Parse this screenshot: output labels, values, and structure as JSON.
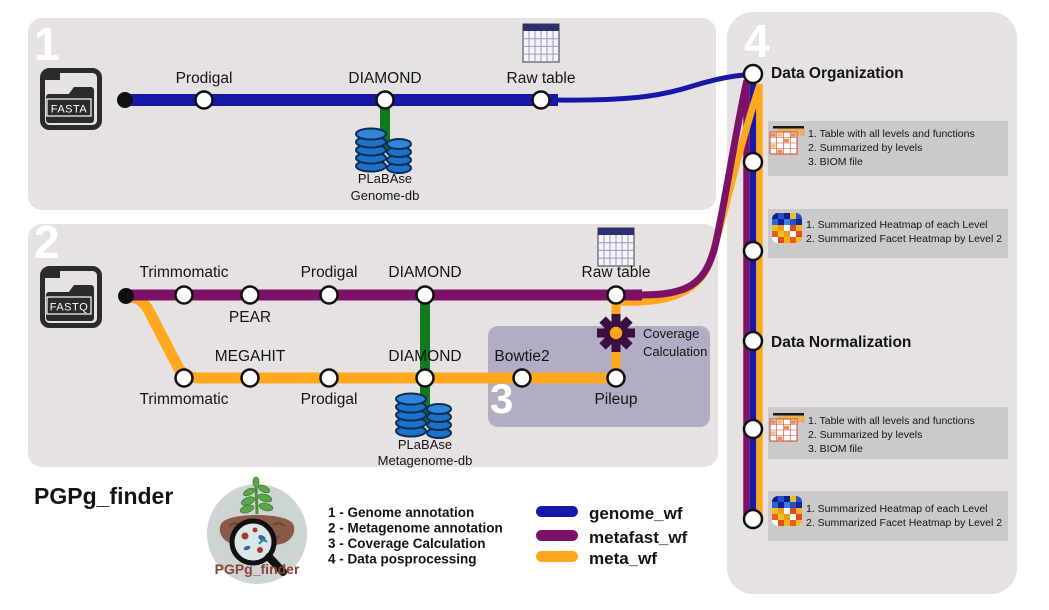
{
  "colors": {
    "genome": "#1717a8",
    "metafast": "#7d1168",
    "meta": "#ffa81e",
    "db_link": "#0f7a1e",
    "panel_bg": "#e6e2e2",
    "panel3_bg": "#b3adc3",
    "info_box_bg": "#cbc9c9"
  },
  "panel1": {
    "number": "1",
    "input": "FASTA",
    "stations": [
      "Prodigal",
      "DIAMOND",
      "Raw table"
    ],
    "db_line1": "PLaBAse",
    "db_line2": "Genome-db"
  },
  "panel2": {
    "number": "2",
    "input": "FASTQ",
    "metafast_stations": [
      "Trimmomatic",
      "PEAR",
      "Prodigal",
      "DIAMOND",
      "Raw table"
    ],
    "meta_stations": [
      "Trimmomatic",
      "MEGAHIT",
      "Prodigal",
      "DIAMOND",
      "Bowtie2",
      "Pileup"
    ],
    "db_line1": "PLaBAse",
    "db_line2": "Metagenome-db"
  },
  "panel3": {
    "number": "3",
    "label": [
      "Coverage",
      "Calculation"
    ]
  },
  "panel4": {
    "number": "4",
    "section1_title": "Data Organization",
    "section2_title": "Data Normalization",
    "table_outputs": [
      "1. Table with all levels and functions",
      "2. Summarized by levels",
      "3. BIOM file"
    ],
    "heatmap_outputs": [
      "1. Summarized Heatmap of each Level",
      "2. Summarized Facet Heatmap by Level 2"
    ]
  },
  "footer": {
    "title": "PGPg_finder",
    "logo_caption": "PGPg_finder",
    "steps": [
      "1 - Genome annotation",
      "2 - Metagenome annotation",
      "3 - Coverage Calculation",
      "4 - Data posprocessing"
    ],
    "legend": [
      {
        "label": "genome_wf",
        "color": "#1717a8"
      },
      {
        "label": "metafast_wf",
        "color": "#7d1168"
      },
      {
        "label": "meta_wf",
        "color": "#ffa81e"
      }
    ]
  }
}
